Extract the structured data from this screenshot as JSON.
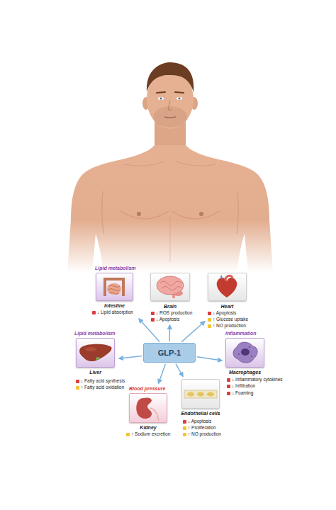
{
  "diagram": {
    "nodes": [
      {
        "text": [
          "Lipid metabolism",
          "Intestine",
          "↓ Lipid absorption"
        ]
      },
      {
        "text": [
          "Brain",
          "↓ ROS production",
          "↓ Apoptosis"
        ]
      },
      {
        "text": [
          "Heart",
          "↓ Apoptosis",
          "↑ Glucose uptake",
          "↑ NO production"
        ]
      },
      {
        "text": [
          "Lipid metabolism",
          "Liver",
          "↓ Fatty acid synthesis",
          "↑ Fatty acid oxidation"
        ]
      },
      {
        "text": [
          "GLP-1"
        ]
      },
      {
        "text": [
          "Inflammation",
          "Macrophages",
          "↓ Inflammatory cytokines",
          "↓ Infiltration",
          "↓ Foaming"
        ]
      },
      {
        "text": [
          "Blood pressure",
          "Kidney",
          "↑ Sodium excretion"
        ]
      },
      {
        "text": [
          "Endothelial cells",
          "↓ Apoptosis",
          "↑ Proliferation",
          "↑ NO production"
        ]
      }
    ],
    "edges": [
      {
        "from": 4,
        "to": 0,
        "arrow": "to"
      },
      {
        "from": 4,
        "to": 1,
        "arrow": "to"
      },
      {
        "from": 4,
        "to": 2,
        "arrow": "to"
      },
      {
        "from": 4,
        "to": 3,
        "arrow": "to"
      },
      {
        "from": 4,
        "to": 5,
        "arrow": "to"
      },
      {
        "from": 4,
        "to": 6,
        "arrow": "to"
      },
      {
        "from": 4,
        "to": 7,
        "arrow": "to"
      }
    ]
  }
}
